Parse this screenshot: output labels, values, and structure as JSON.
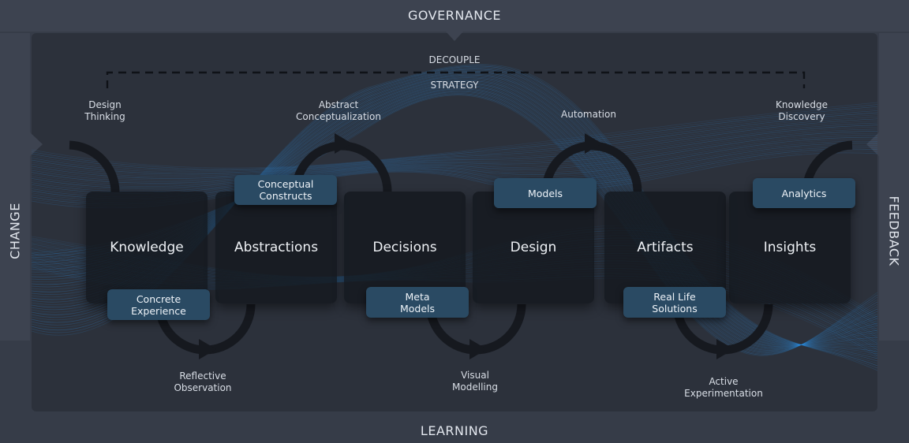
{
  "frame": {
    "top": "GOVERNANCE",
    "bottom": "LEARNING",
    "left": "CHANGE",
    "right": "FEEDBACK"
  },
  "header": {
    "decouple": "DECOUPLE",
    "strategy": "STRATEGY"
  },
  "stages": [
    {
      "label": "Knowledge"
    },
    {
      "label": "Abstractions"
    },
    {
      "label": "Decisions"
    },
    {
      "label": "Design"
    },
    {
      "label": "Artifacts"
    },
    {
      "label": "Insights"
    }
  ],
  "tags": {
    "concrete_experience": "Concrete\nExperience",
    "conceptual_constructs": "Conceptual\nConstructs",
    "meta_models": "Meta\nModels",
    "models": "Models",
    "real_life_solutions": "Real Life\nSolutions",
    "analytics": "Analytics"
  },
  "top_labels": {
    "design_thinking": "Design\nThinking",
    "abstract_conceptualization": "Abstract\nConceptualization",
    "automation": "Automation",
    "knowledge_discovery": "Knowledge\nDiscovery"
  },
  "bottom_labels": {
    "reflective_observation": "Reflective\nObservation",
    "visual_modelling": "Visual\nModelling",
    "active_experimentation": "Active\nExperimentation"
  },
  "colors": {
    "background": "#363c48",
    "panel": "#2c313b",
    "stage_box": "#14181f",
    "tag": "#2a4a63",
    "wave": "#2f8ee0",
    "arrow": "#16191f"
  }
}
